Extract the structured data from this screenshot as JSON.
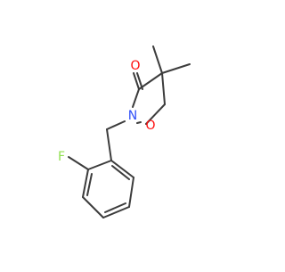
{
  "molecule": {
    "atom_labels": {
      "oxygen_carbonyl": "O",
      "nitrogen": "N",
      "oxygen_ring": "O",
      "fluorine": "F"
    },
    "colors": {
      "bond": "#3c3c3c",
      "oxygen": "#ff0d0d",
      "nitrogen": "#3050f8",
      "fluorine": "#90e050",
      "background": "#ffffff"
    }
  }
}
